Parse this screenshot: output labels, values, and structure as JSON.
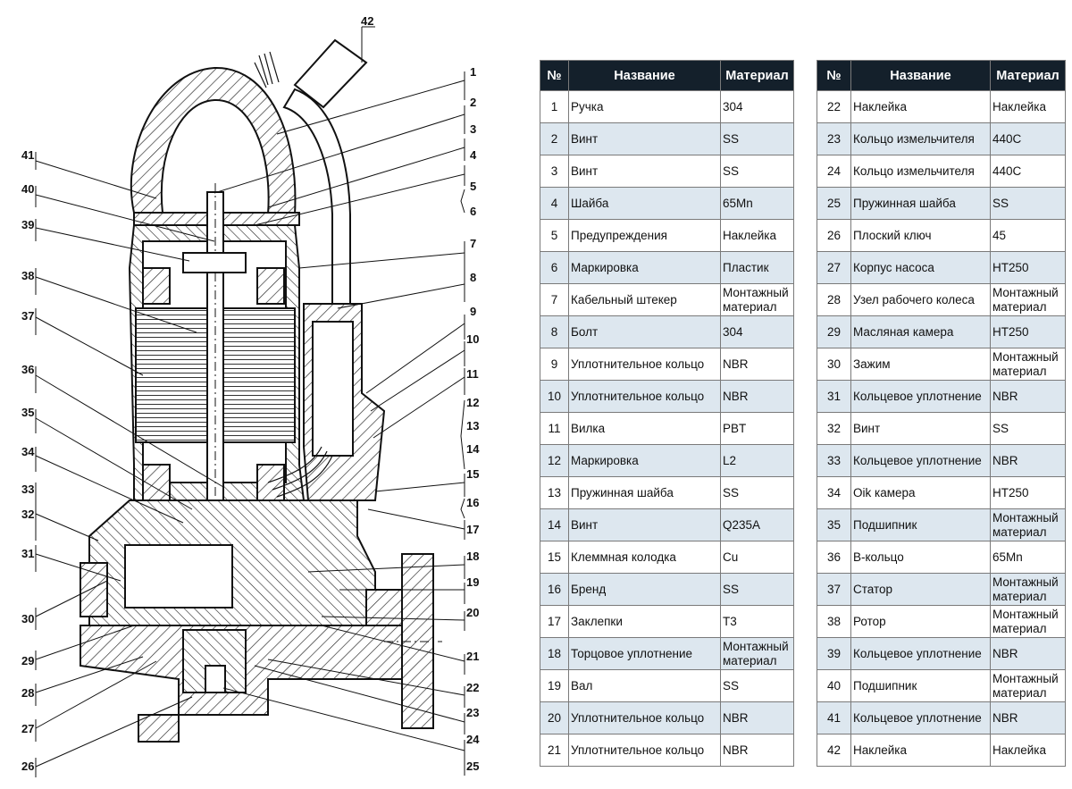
{
  "diagram": {
    "callouts_left": [
      "41",
      "40",
      "39",
      "38",
      "37",
      "36",
      "35",
      "34",
      "33",
      "32",
      "31",
      "30",
      "29",
      "28",
      "27",
      "26"
    ],
    "callouts_right": [
      "1",
      "2",
      "3",
      "4",
      "5",
      "6",
      "7",
      "8",
      "9",
      "10",
      "11",
      "12",
      "13",
      "14",
      "15",
      "16",
      "17",
      "18",
      "19",
      "20",
      "21",
      "22",
      "23",
      "24",
      "25"
    ],
    "callout_top": "42"
  },
  "table": {
    "headers": {
      "num": "№",
      "name": "Название",
      "material": "Материал"
    },
    "left": [
      {
        "num": "1",
        "name": "Ручка",
        "material": "304"
      },
      {
        "num": "2",
        "name": "Винт",
        "material": "SS"
      },
      {
        "num": "3",
        "name": "Винт",
        "material": "SS"
      },
      {
        "num": "4",
        "name": "Шайба",
        "material": "65Mn"
      },
      {
        "num": "5",
        "name": "Предупреждения",
        "material": "Наклейка"
      },
      {
        "num": "6",
        "name": "Маркировка",
        "material": "Пластик"
      },
      {
        "num": "7",
        "name": "Кабельный штекер",
        "material": "Монтажный материал"
      },
      {
        "num": "8",
        "name": "Болт",
        "material": "304"
      },
      {
        "num": "9",
        "name": "Уплотнительное кольцо",
        "material": "NBR"
      },
      {
        "num": "10",
        "name": "Уплотнительное кольцо",
        "material": "NBR"
      },
      {
        "num": "11",
        "name": "Вилка",
        "material": "PBT"
      },
      {
        "num": "12",
        "name": "Маркировка",
        "material": "L2"
      },
      {
        "num": "13",
        "name": "Пружинная шайба",
        "material": "SS"
      },
      {
        "num": "14",
        "name": "Винт",
        "material": "Q235A"
      },
      {
        "num": "15",
        "name": "Клеммная колодка",
        "material": "Cu"
      },
      {
        "num": "16",
        "name": "Бренд",
        "material": "SS"
      },
      {
        "num": "17",
        "name": "Заклепки",
        "material": "T3"
      },
      {
        "num": "18",
        "name": "Торцовое уплотнение",
        "material": "Монтажный материал"
      },
      {
        "num": "19",
        "name": "Вал",
        "material": "SS"
      },
      {
        "num": "20",
        "name": "Уплотнительное кольцо",
        "material": "NBR"
      },
      {
        "num": "21",
        "name": "Уплотнительное кольцо",
        "material": "NBR"
      }
    ],
    "right": [
      {
        "num": "22",
        "name": "Наклейка",
        "material": "Наклейка"
      },
      {
        "num": "23",
        "name": "Кольцо измельчителя",
        "material": "440C"
      },
      {
        "num": "24",
        "name": "Кольцо измельчителя",
        "material": "440C"
      },
      {
        "num": "25",
        "name": "Пружинная шайба",
        "material": "SS"
      },
      {
        "num": "26",
        "name": "Плоский ключ",
        "material": "45"
      },
      {
        "num": "27",
        "name": "Корпус насоса",
        "material": "HT250"
      },
      {
        "num": "28",
        "name": "Узел рабочего колеса",
        "material": "Монтажный материал"
      },
      {
        "num": "29",
        "name": "Масляная камера",
        "material": "HT250"
      },
      {
        "num": "30",
        "name": "Зажим",
        "material": "Монтажный материал"
      },
      {
        "num": "31",
        "name": "Кольцевое уплотнение",
        "material": "NBR"
      },
      {
        "num": "32",
        "name": "Винт",
        "material": "SS"
      },
      {
        "num": "33",
        "name": "Кольцевое уплотнение",
        "material": "NBR"
      },
      {
        "num": "34",
        "name": "Oik камера",
        "material": "HT250"
      },
      {
        "num": "35",
        "name": "Подшипник",
        "material": "Монтажный материал"
      },
      {
        "num": "36",
        "name": "B-кольцо",
        "material": "65Mn"
      },
      {
        "num": "37",
        "name": "Статор",
        "material": "Монтажный материал"
      },
      {
        "num": "38",
        "name": "Ротор",
        "material": "Монтажный материал"
      },
      {
        "num": "39",
        "name": "Кольцевое уплотнение",
        "material": "NBR"
      },
      {
        "num": "40",
        "name": "Подшипник",
        "material": "Монтажный материал"
      },
      {
        "num": "41",
        "name": "Кольцевое уплотнение",
        "material": "NBR"
      },
      {
        "num": "42",
        "name": "Наклейка",
        "material": "Наклейка"
      }
    ]
  }
}
